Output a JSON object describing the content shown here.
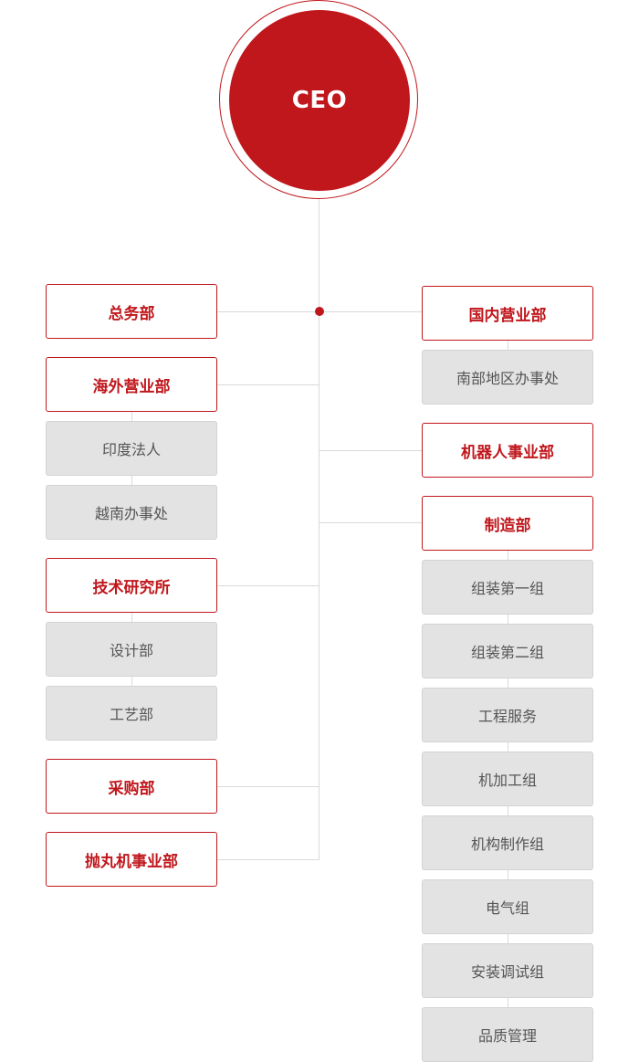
{
  "ceo": {
    "label": "CEO"
  },
  "left": {
    "general_affairs": {
      "label": "总务部"
    },
    "overseas_sales": {
      "label": "海外营业部",
      "subs": [
        "印度法人",
        "越南办事处"
      ]
    },
    "tech_institute": {
      "label": "技术研究所",
      "subs": [
        "设计部",
        "工艺部"
      ]
    },
    "purchasing": {
      "label": "采购部"
    },
    "shot_blasting": {
      "label": "抛丸机事业部"
    }
  },
  "right": {
    "domestic_sales": {
      "label": "国内营业部",
      "subs": [
        "南部地区办事处"
      ]
    },
    "robotics": {
      "label": "机器人事业部"
    },
    "manufacturing": {
      "label": "制造部",
      "subs": [
        "组装第一组",
        "组装第二组",
        "工程服务",
        "机加工组",
        "机构制作组",
        "电气组",
        "安装调试组",
        "品质管理"
      ]
    }
  },
  "colors": {
    "accent": "#c0171c",
    "sub_box_bg": "#e3e3e3",
    "connector": "#d9d9d9",
    "sub_text": "#555555"
  }
}
